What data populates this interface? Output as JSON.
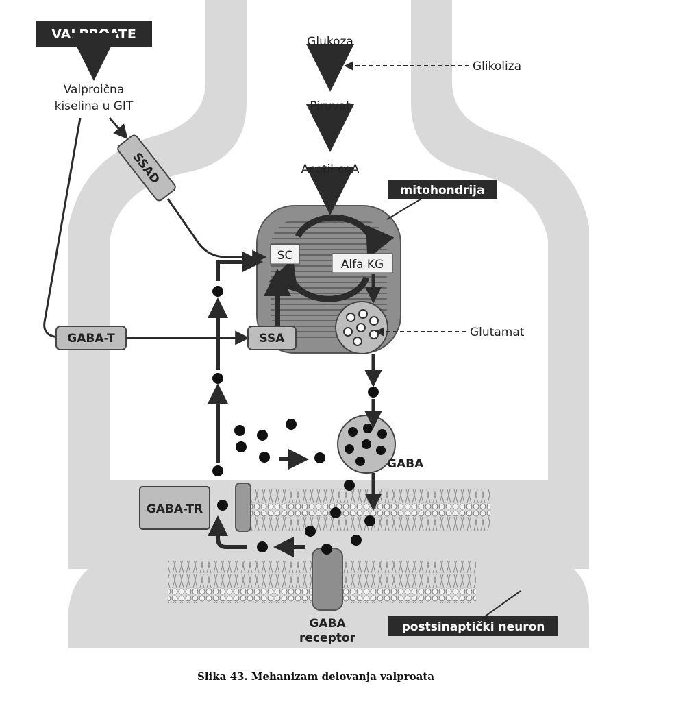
{
  "labels": {
    "valproate": "VALPROATE",
    "valproic_line1": "Valproična",
    "valproic_line2": "kiselina u GIT",
    "ssad": "SSAD",
    "glukoza": "Glukoza",
    "glikoliza": "Glikoliza",
    "piruvat": "Piruvat",
    "acetil_coa": "Acetil-coA",
    "mitohondrija": "mitohondrija",
    "sc": "SC",
    "alfa_kg": "Alfa KG",
    "glutamat": "Glutamat",
    "gaba_t": "GABA-T",
    "ssa": "SSA",
    "gaba": "GABA",
    "gaba_tr": "GABA-TR",
    "gaba_receptor_line1": "GABA",
    "gaba_receptor_line2": "receptor",
    "postsinapticki": "postsinaptički neuron"
  },
  "caption": "Slika 43. Mehanizam delovanja valproata",
  "colors": {
    "neuron_fill": "#d9d9d9",
    "dark": "#2b2b2b",
    "mito_fill": "#8e8e8e",
    "box_fill": "#bdbdbd"
  }
}
